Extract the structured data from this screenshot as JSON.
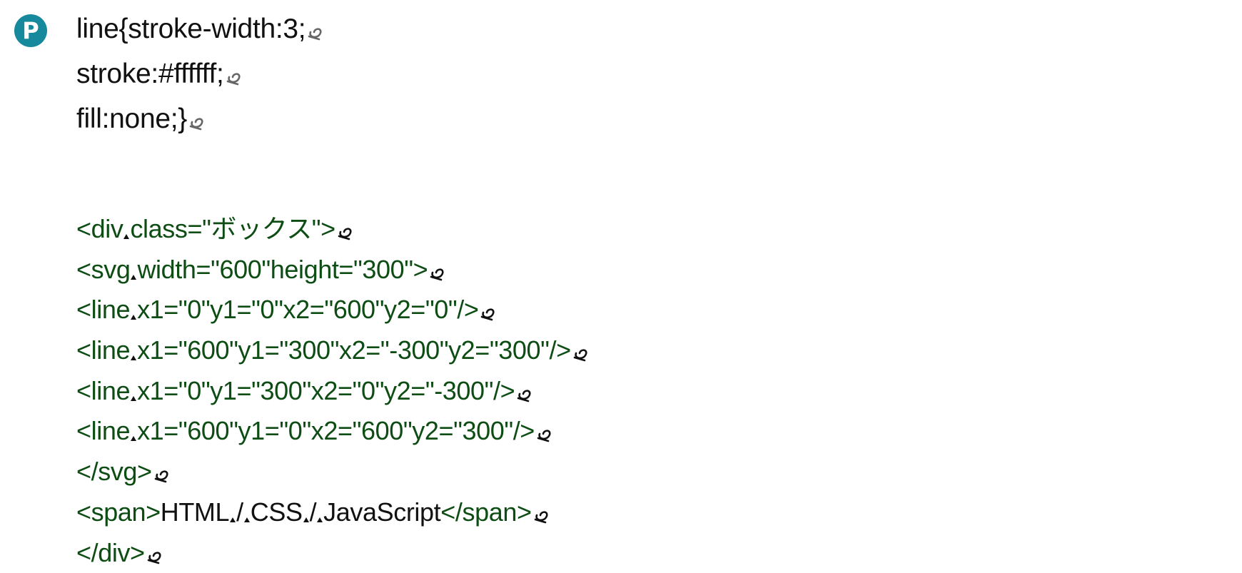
{
  "paragraph_marker": {
    "label": "P",
    "color": "#17899d"
  },
  "css_lines": [
    "line{stroke-width:3;",
    "stroke:#ffffff;",
    "fill:none;}"
  ],
  "html_code": {
    "line1": "<div",
    "line1b": "class=\"ボックス\">",
    "line2": "<svg",
    "line2b": "width=\"600\"height=\"300\">",
    "line3": "<line",
    "line3b": "x1=\"0\"y1=\"0\"x2=\"600\"y2=\"0\"/>",
    "line4": "<line",
    "line4b": "x1=\"600\"y1=\"300\"x2=\"-300\"y2=\"300\"/>",
    "line5": "<line",
    "line5b": "x1=\"0\"y1=\"300\"x2=\"0\"y2=\"-300\"/>",
    "line6": "<line",
    "line6b": "x1=\"600\"y1=\"0\"x2=\"600\"y2=\"300\"/>",
    "line7": "</svg>",
    "line8_open": "<span>",
    "line8_t1": "HTML",
    "line8_s1": "/",
    "line8_t2": "CSS",
    "line8_s2": "/",
    "line8_t3": "JavaScript",
    "line8_close": "</span>",
    "line9": "</div>"
  },
  "colors": {
    "code_tag": "#0d4d14",
    "css_text": "#111111",
    "background": "#ffffff"
  },
  "icons": {
    "return_mark": "return-icon",
    "space_mark": "space-marker-icon"
  }
}
